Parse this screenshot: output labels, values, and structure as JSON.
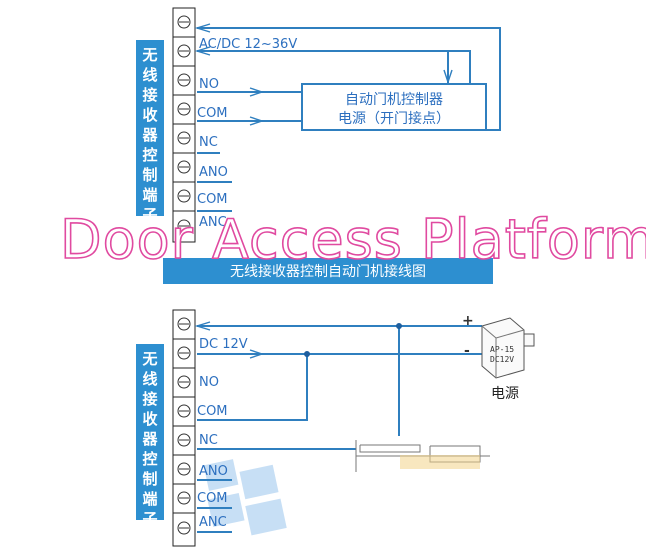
{
  "top_section": {
    "side_label": "无线接收器控制端子",
    "terminals": [
      "AC/DC 12~36V",
      "NO",
      "COM",
      "NC",
      "ANO",
      "COM",
      "ANC"
    ],
    "controller_box": {
      "line1": "自动门机控制器",
      "line2": "电源（开门接点）"
    },
    "banner": "无线接收器控制自动门机接线图"
  },
  "watermark": "Door Access Platform",
  "bottom_section": {
    "side_label": "无线接收器控制端子",
    "terminals": [
      "DC 12V",
      "",
      "NO",
      "COM",
      "NC",
      "ANO",
      "COM",
      "ANC"
    ],
    "power_supply": {
      "plus_sign": "+",
      "minus_sign": "-",
      "model_line1": "AP-15",
      "model_line2": "DC12V",
      "caption": "电源"
    }
  },
  "colors": {
    "wire": "#2f7fbf",
    "label_box": "#2d8fd0",
    "watermark_outline": "#e04aa0"
  }
}
